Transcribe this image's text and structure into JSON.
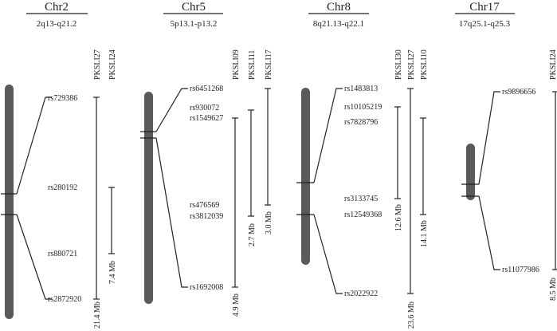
{
  "chromosomes": [
    {
      "name": "Chr2",
      "band": "2q13-q21.2",
      "families": [
        "PKSLI27",
        "PKSLI24"
      ],
      "snps": [
        "rs729386",
        "rs280192",
        "rs880721",
        "rs2872920"
      ],
      "intervals": [
        "21.4 Mb",
        "7.4 Mb"
      ]
    },
    {
      "name": "Chr5",
      "band": "5p13.1-p13.2",
      "families": [
        "PKSLI09",
        "PKSLI11",
        "PKSLI17"
      ],
      "snps": [
        "rs6451268",
        "rs930072",
        "rs1549627",
        "rs476569",
        "rs3812039",
        "rs1692008"
      ],
      "intervals": [
        "4.9 Mb",
        "2.7 Mb",
        "3.0 Mb"
      ]
    },
    {
      "name": "Chr8",
      "band": "8q21.13-q22.1",
      "families": [
        "PKSLI30",
        "PKSLI27",
        "PKSLI10"
      ],
      "snps": [
        "rs1483813",
        "rs10105219",
        "rs7828796",
        "rs3133745",
        "rs12549368",
        "rs2022922"
      ],
      "intervals": [
        "12.6 Mb",
        "23.6 Mb",
        "14.1 Mb"
      ]
    },
    {
      "name": "Chr17",
      "band": "17q25.1-q25.3",
      "families": [
        "PKSLI24"
      ],
      "snps": [
        "rs9896656",
        "rs11077986"
      ],
      "intervals": [
        "8.5 Mb"
      ]
    }
  ],
  "colors": {
    "chromosome": "#5a5a5a",
    "line": "#222222"
  }
}
